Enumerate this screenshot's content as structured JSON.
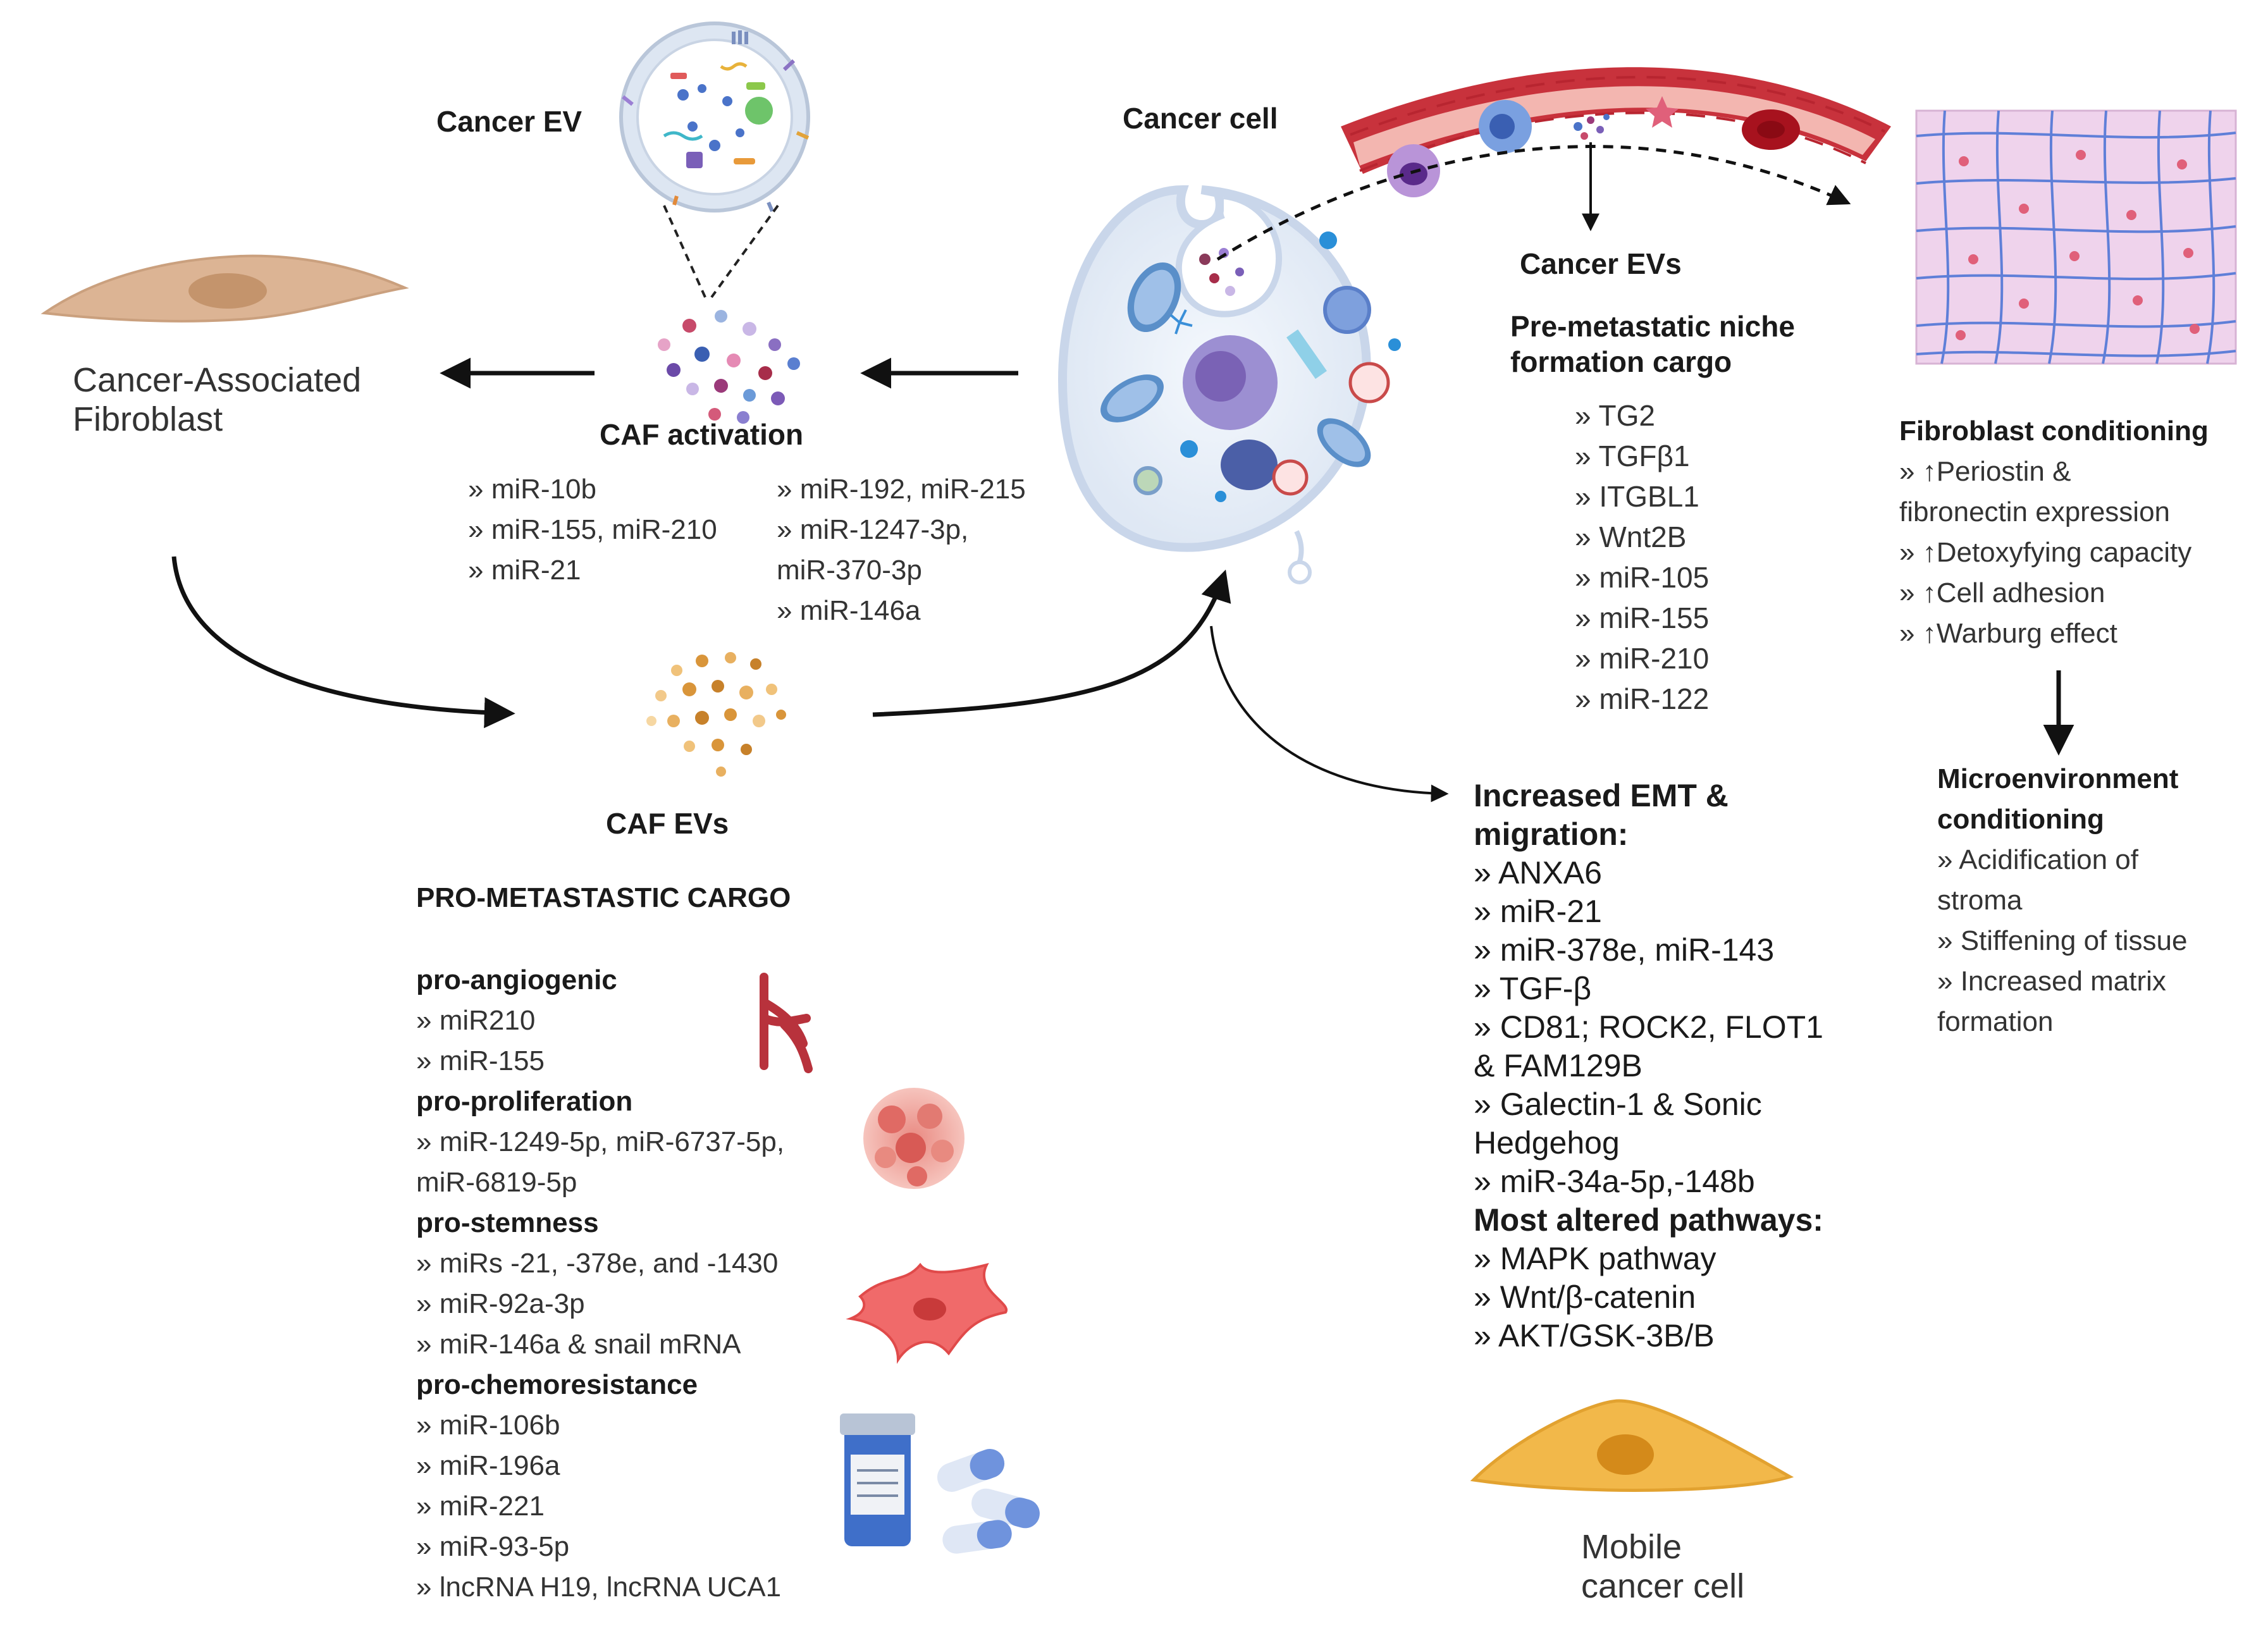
{
  "labels": {
    "cancer_ev": "Cancer EV",
    "cancer_cell": "Cancer cell",
    "caf_line1": "Cancer-Associated",
    "caf_line2": "Fibroblast",
    "caf_activation": "CAF activation",
    "caf_evs": "CAF EVs",
    "cancer_evs": "Cancer EVs",
    "mobile_line1": "Mobile",
    "mobile_line2": "cancer cell"
  },
  "caf_activation_mirs": {
    "left": [
      "miR-10b",
      "miR-155, miR-210",
      "miR-21"
    ],
    "right": [
      "miR-192, miR-215",
      "miR-1247-3p,",
      "miR-370-3p",
      "miR-146a"
    ]
  },
  "pre_metastatic": {
    "title_line1": "Pre-metastatic niche",
    "title_line2": "formation cargo",
    "items": [
      "TG2",
      "TGFβ1",
      "ITGBL1",
      "Wnt2B",
      "miR-105",
      "miR-155",
      "miR-210",
      "miR-122"
    ]
  },
  "fibroblast_conditioning": {
    "title": "Fibroblast conditioning",
    "items": [
      {
        "line1": "↑Periostin &",
        "line2": "fibronectin expression"
      },
      {
        "line1": "↑Detoxyfying capacity",
        "line2": ""
      },
      {
        "line1": "↑Cell adhesion",
        "line2": ""
      },
      {
        "line1": "↑Warburg effect",
        "line2": ""
      }
    ]
  },
  "microenvironment": {
    "title_line1": "Microenvironment",
    "title_line2": "conditioning",
    "items": [
      {
        "line1": "Acidification of",
        "line2": "stroma"
      },
      {
        "line1": "Stiffening of tissue",
        "line2": ""
      },
      {
        "line1": "Increased matrix",
        "line2": "formation"
      }
    ]
  },
  "emt": {
    "title_line1": "Increased EMT &",
    "title_line2": "migration:",
    "items": [
      {
        "line1": "ANXA6",
        "line2": ""
      },
      {
        "line1": "miR-21",
        "line2": ""
      },
      {
        "line1": "miR-378e, miR-143",
        "line2": ""
      },
      {
        "line1": "TGF-β",
        "line2": ""
      },
      {
        "line1": "CD81; ROCK2, FLOT1",
        "line2": "& FAM129B"
      },
      {
        "line1": "Galectin-1 & Sonic",
        "line2": "Hedgehog"
      },
      {
        "line1": "miR-34a-5p,-148b",
        "line2": ""
      }
    ],
    "pathways_title": "Most altered pathways:",
    "pathways": [
      "MAPK pathway",
      "Wnt/β-catenin",
      "AKT/GSK-3B/B"
    ]
  },
  "pro_metastatic": {
    "title": "PRO-METASTASTIC CARGO",
    "groups": [
      {
        "title": "pro-angiogenic",
        "items": [
          "miR210",
          "miR-155"
        ]
      },
      {
        "title": "pro-proliferation",
        "items": [
          "miR-1249-5p, miR-6737-5p,",
          "miR-6819-5p"
        ]
      },
      {
        "title": "pro-stemness",
        "items": [
          "miRs -21, -378e, and -1430",
          "miR-92a-3p",
          "miR-146a & snail mRNA"
        ]
      },
      {
        "title": "pro-chemoresistance",
        "items": [
          "miR-106b",
          "miR-196a",
          "miR-221",
          "miR-93-5p",
          "lncRNA H19, lncRNA UCA1"
        ]
      }
    ]
  },
  "colors": {
    "vessel": "#c8323c",
    "vessel_inner": "#f3b6b0",
    "fibroblast": "#dcb494",
    "caf_ev_dots": "#d9953a",
    "mobile_cell": "#f2b84a",
    "matrix_bg": "#efd3ec",
    "matrix_lines": "#5f7fd8",
    "cell_membrane": "#c9d6ea"
  }
}
